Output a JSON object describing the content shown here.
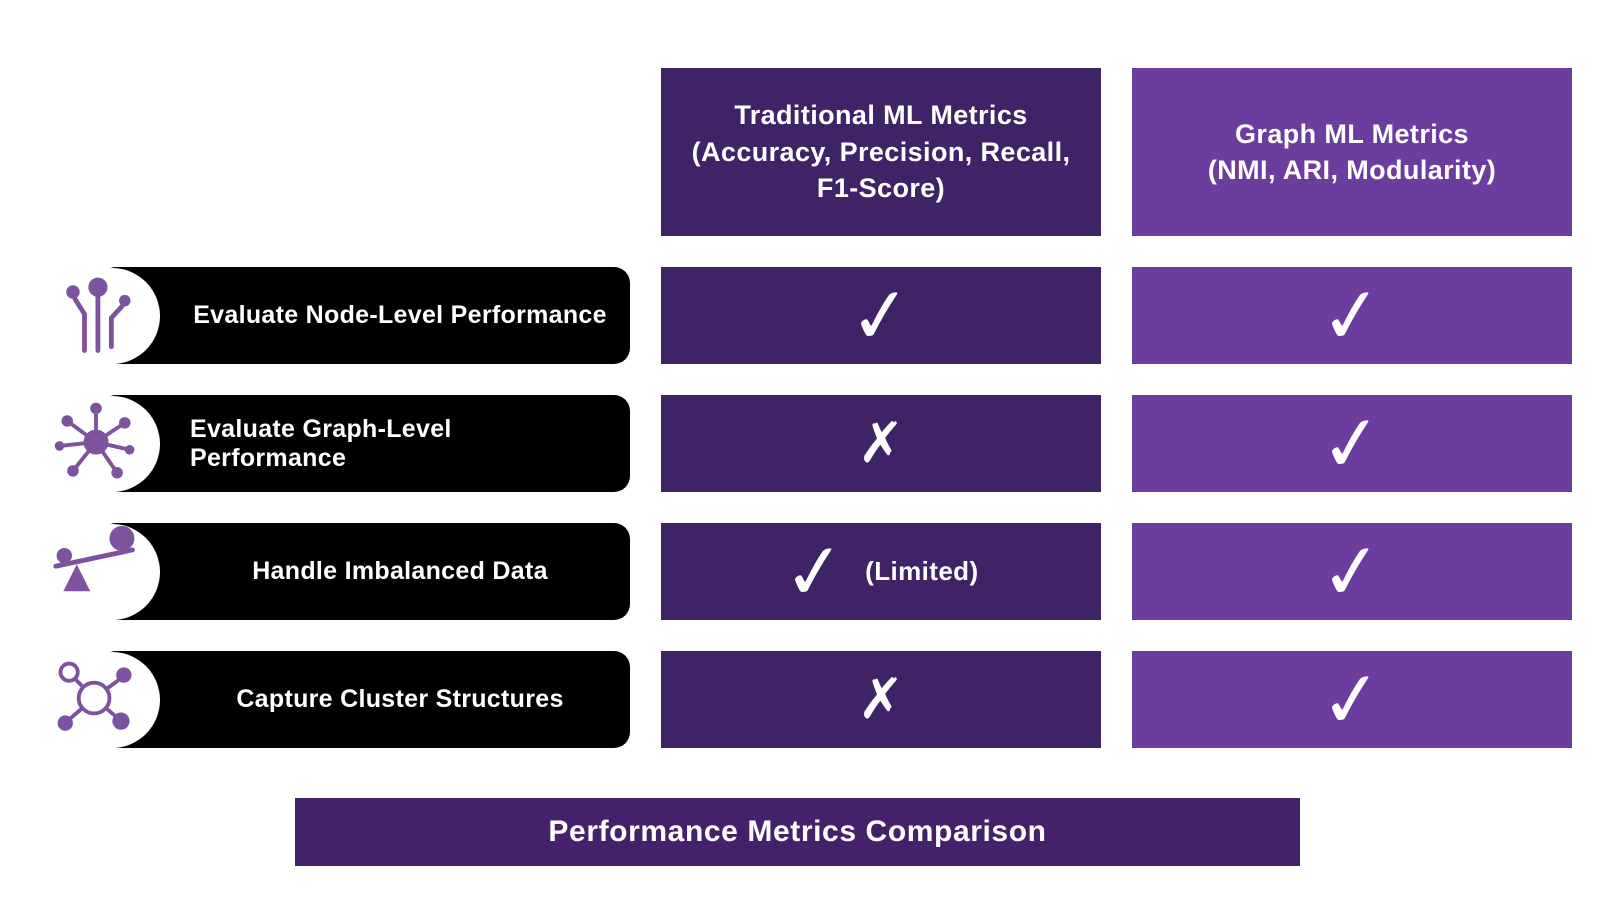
{
  "colors": {
    "traditional": "#3e2366",
    "graph": "#6a3d9e",
    "row": "#000000",
    "banner": "#44226b",
    "icon": "#7d529f",
    "text": "#ffffff"
  },
  "columns": [
    {
      "title": "Traditional ML Metrics",
      "subtitle": "(Accuracy, Precision, Recall, F1-Score)"
    },
    {
      "title": "Graph ML Metrics",
      "subtitle": "(NMI, ARI, Modularity)"
    }
  ],
  "rows": [
    {
      "label": "Evaluate Node-Level Performance",
      "icon": "branch-network-icon",
      "traditional": {
        "mark": "✓"
      },
      "graph": {
        "mark": "✓"
      }
    },
    {
      "label": "Evaluate Graph-Level Performance",
      "icon": "hub-network-icon",
      "traditional": {
        "mark": "✗"
      },
      "graph": {
        "mark": "✓"
      }
    },
    {
      "label": "Handle Imbalanced Data",
      "icon": "balance-scale-icon",
      "traditional": {
        "mark": "✓",
        "note": "(Limited)"
      },
      "graph": {
        "mark": "✓"
      }
    },
    {
      "label": "Capture Cluster Structures",
      "icon": "cluster-icon",
      "traditional": {
        "mark": "✗"
      },
      "graph": {
        "mark": "✓"
      }
    }
  ],
  "footer": {
    "title": "Performance Metrics Comparison"
  }
}
